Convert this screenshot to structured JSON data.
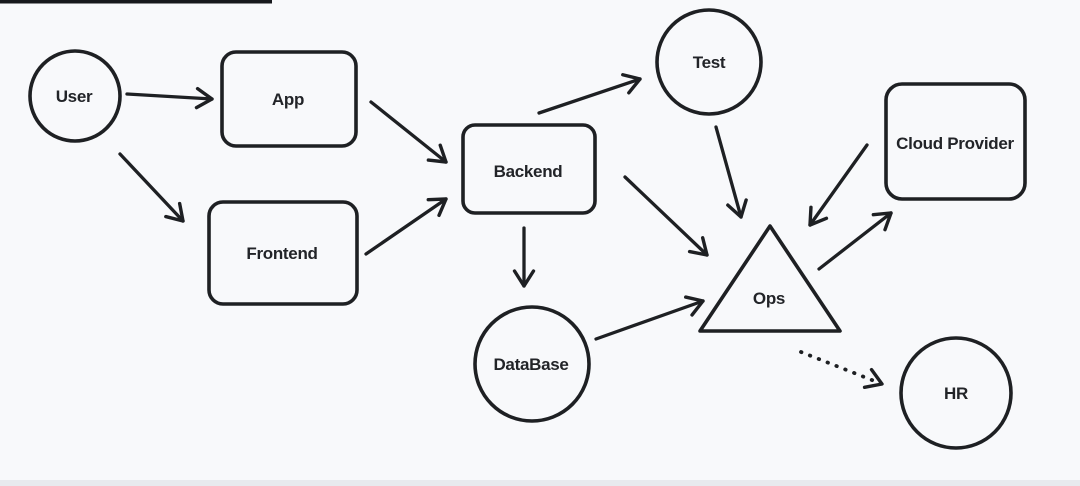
{
  "app": {
    "type": "whiteboard-diagram-canvas"
  },
  "canvas": {
    "background": "#f8f9fb",
    "ink": "#1e2023",
    "top_left_bar_color": "#17191d",
    "bottom_band_color": "#e8eaee"
  },
  "diagram": {
    "nodes": [
      {
        "id": "user",
        "label": "User",
        "shape": "circle"
      },
      {
        "id": "app",
        "label": "App",
        "shape": "rounded-rectangle"
      },
      {
        "id": "frontend",
        "label": "Frontend",
        "shape": "rounded-rectangle"
      },
      {
        "id": "backend",
        "label": "Backend",
        "shape": "rounded-rectangle"
      },
      {
        "id": "test",
        "label": "Test",
        "shape": "circle"
      },
      {
        "id": "database",
        "label": "DataBase",
        "shape": "circle"
      },
      {
        "id": "ops",
        "label": "Ops",
        "shape": "triangle"
      },
      {
        "id": "cloud",
        "label": "Cloud Provider",
        "shape": "rounded-rectangle"
      },
      {
        "id": "hr",
        "label": "HR",
        "shape": "circle"
      }
    ],
    "edges": [
      {
        "from": "User",
        "to": "App",
        "style": "solid-arrow"
      },
      {
        "from": "User",
        "to": "Frontend",
        "style": "solid-arrow"
      },
      {
        "from": "App",
        "to": "Backend",
        "style": "solid-arrow"
      },
      {
        "from": "Frontend",
        "to": "Backend",
        "style": "solid-arrow"
      },
      {
        "from": "Backend",
        "to": "Test",
        "style": "solid-arrow"
      },
      {
        "from": "Backend",
        "to": "DataBase",
        "style": "solid-arrow"
      },
      {
        "from": "Backend",
        "to": "Ops",
        "style": "solid-arrow"
      },
      {
        "from": "Test",
        "to": "Ops",
        "style": "solid-arrow"
      },
      {
        "from": "DataBase",
        "to": "Ops",
        "style": "solid-arrow"
      },
      {
        "from": "Cloud Provider",
        "to": "Ops",
        "style": "solid-arrow"
      },
      {
        "from": "Ops",
        "to": "Cloud Provider",
        "style": "solid-arrow"
      },
      {
        "from": "Ops",
        "to": "HR",
        "style": "dotted-arrow"
      }
    ]
  }
}
